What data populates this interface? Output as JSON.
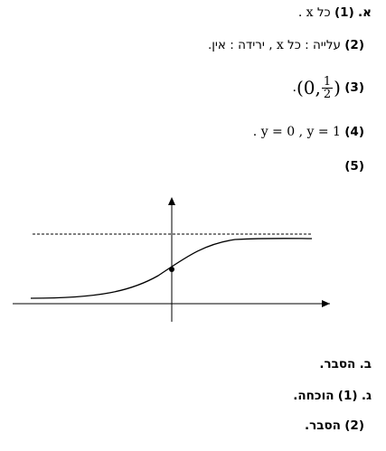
{
  "line1": {
    "label": "א.",
    "num": "(1)",
    "text_a": "כל",
    "var_x": "x",
    "end": "."
  },
  "line2": {
    "num": "(2)",
    "text_a": "עלייה :",
    "text_b": "כל",
    "var_x": "x",
    "text_c": ", ירידה : אין."
  },
  "line3": {
    "num": "(3)",
    "open": "(0,",
    "frac_num": "1",
    "frac_den": "2",
    "close": ")",
    "end": "."
  },
  "line4": {
    "num": "(4)",
    "y1": "y = 0",
    "sep": ",",
    "y2": "y = 1",
    "end": "."
  },
  "line5": {
    "num": "(5)"
  },
  "part_b": {
    "label": "ב.",
    "text": "הסבר."
  },
  "part_g": {
    "label": "ג.",
    "num": "(1)",
    "text": "הוכחה."
  },
  "part_g2": {
    "num": "(2)",
    "text": "הסבר."
  },
  "graph": {
    "type": "logistic sigmoid",
    "asymptote_upper": 1,
    "asymptote_lower": 0,
    "y_intercept": 0.5
  }
}
